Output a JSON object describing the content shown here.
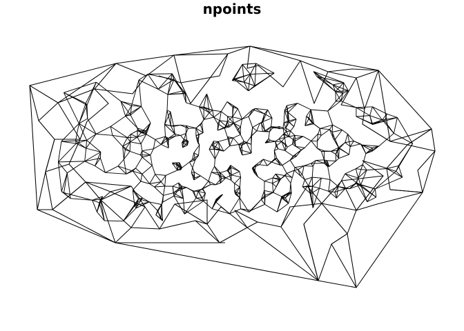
{
  "title": "npoints",
  "colors": {
    "stroke": "#000000",
    "background": "#ffffff"
  },
  "mesh": {
    "type": "triangulation",
    "point_count_estimate": 500
  }
}
